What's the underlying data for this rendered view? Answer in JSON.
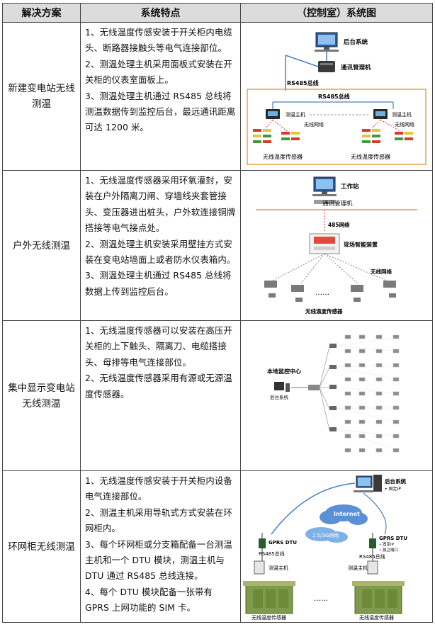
{
  "headers": [
    "解决方案",
    "系统特点",
    "（控制室）系统图"
  ],
  "rows": [
    {
      "solution": "新建变电站无线测温",
      "features": [
        "1、无线温度传感安装于开关柜内电缆头、断路器接触头等电气连接部位。",
        "2、测温处理主机采用面板式安装在开关柜的仪表室面板上。",
        "3、测温处理主机通过 RS485 总线将测温数据传到监控后台，最远通讯距离可达 1200 米。"
      ],
      "diagram": {
        "backend": "后台系统",
        "comm": "通讯管理机",
        "rs485a": "RS485总线",
        "rs485b": "RS485总线",
        "host_left": "测温主机",
        "host_right": "测温主机",
        "wireless_left": "无线网络",
        "wireless_right": "无线网络",
        "sensor_left": "无线温度传感器",
        "sensor_right": "无线温度传感器"
      }
    },
    {
      "solution": "户外无线测温",
      "features": [
        "1、无线温度传感器采用环氧灌封，安装在户外隔离刀闸、穿墙线夹套管接头、变压器进出桩头，户外软连接铜牌搭接等电气接点处。",
        "2、测温处理主机安装采用壁挂方式安装在变电站墙面上或者防水仪表箱内。",
        "3、测温处理主机通过 RS485 总线将数据上传到监控后台。"
      ],
      "diagram": {
        "workstation": "工作站",
        "comm": "通讯管理机",
        "net485": "485网络",
        "field_device": "现场智能装置",
        "wireless": "无线网络",
        "dots": "……",
        "sensors": "无线温度传感器"
      }
    },
    {
      "solution": "集中显示变电站无线测温",
      "features": [
        "1、无线温度传感器可以安装在高压开关柜的上下触头、隔离刀、电缆搭接头、母排等电气连接部位。",
        "2、无线温度传感器采用有源或无源温度传感器。"
      ],
      "diagram": {
        "center": "本地监控中心",
        "backend": "后台系统"
      }
    },
    {
      "solution": "环网柜无线测温",
      "features": [
        "1、无线温度传感安装于开关柜内设备电气连接部位。",
        "2、测温主机采用导轨式方式安装在环网柜内。",
        "3、每个环网柜或分支箱配备一台测温主机和一个 DTU 模块，测温主机与 DTU 通过 RS485 总线连接。",
        "4、每个 DTU 模块配备一张带有 GPRS 上网功能的 SIM 卡。"
      ],
      "diagram": {
        "backend": "后台系统",
        "backend_sub": "• 固定IP",
        "internet": "Internet",
        "net": "2.5/3G网络",
        "dtu_left": "GPRS DTU",
        "dtu_right": "GPRS DTU",
        "dtu_right_a": "• 固定IP",
        "dtu_right_b": "• 独立端口",
        "bus_left": "RS485总线",
        "bus_right": "RS485总线",
        "host_left": "测温主机",
        "host_right": "测温主机",
        "dots": "……",
        "cab_left": "无线温度传感器",
        "cab_right": "无线温度传感器"
      }
    }
  ],
  "colors": {
    "header_bg": "#dcdcdc",
    "border": "#444444",
    "accent_blue": "#4a7fc1",
    "frame_orange": "#e69a3c",
    "sensor_red": "#d43c2c",
    "sensor_yellow": "#e8c531",
    "sensor_green": "#3f9a3f"
  }
}
